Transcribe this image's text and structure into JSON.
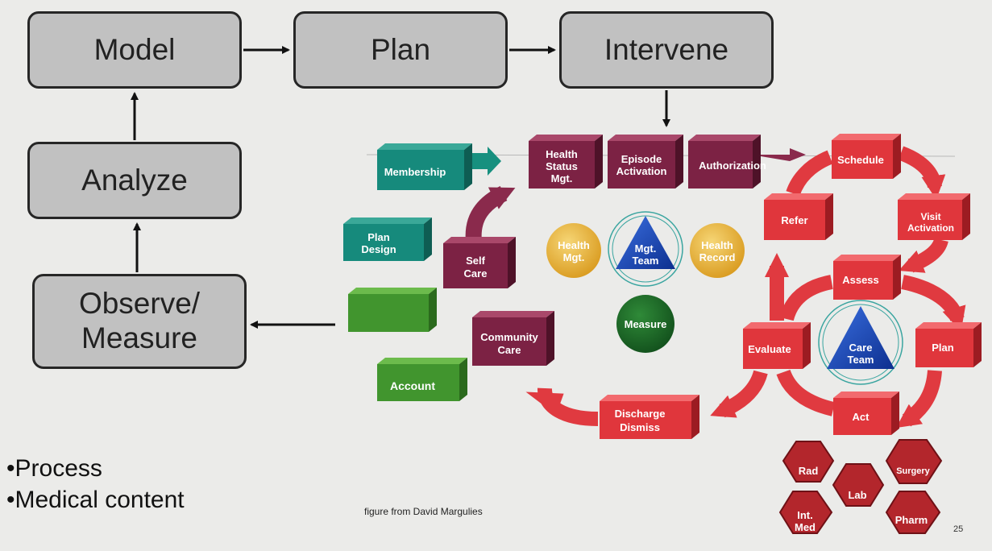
{
  "process": {
    "model": "Model",
    "plan": "Plan",
    "intervene": "Intervene",
    "analyze": "Analyze",
    "observe_line1": "Observe/",
    "observe_line2": "Measure"
  },
  "blocks": {
    "membership": "Membership",
    "plan_design_1": "Plan",
    "plan_design_2": "Design",
    "account": "Account",
    "self_care_1": "Self",
    "self_care_2": "Care",
    "community_care_1": "Community",
    "community_care_2": "Care",
    "health_status_1": "Health",
    "health_status_2": "Status",
    "health_status_3": "Mgt.",
    "episode_1": "Episode",
    "episode_2": "Activation",
    "authorization": "Authorization"
  },
  "center": {
    "health_mgt_1": "Health",
    "health_mgt_2": "Mgt.",
    "mgt_team_1": "Mgt.",
    "mgt_team_2": "Team",
    "health_record_1": "Health",
    "health_record_2": "Record",
    "measure": "Measure"
  },
  "care_cycle": {
    "schedule": "Schedule",
    "refer": "Refer",
    "visit_1": "Visit",
    "visit_2": "Activation",
    "assess": "Assess",
    "evaluate": "Evaluate",
    "plan": "Plan",
    "act": "Act",
    "care_team_1": "Care",
    "care_team_2": "Team",
    "discharge_1": "Discharge",
    "discharge_2": "Dismiss"
  },
  "departments": {
    "rad": "Rad",
    "lab": "Lab",
    "surgery": "Surgery",
    "int_med_1": "Int.",
    "int_med_2": "Med",
    "pharm": "Pharm"
  },
  "bullets": [
    "•Process",
    "•Medical content"
  ],
  "credit": "figure from David Margulies",
  "page_number": "25",
  "colors": {
    "teal": "#1a8a7e",
    "green": "#3f8f2c",
    "maroon": "#7a2040",
    "red": "#e0363c",
    "gold": "#e8b43a",
    "blue": "#1748b8",
    "dark_green": "#1f6b2a"
  }
}
